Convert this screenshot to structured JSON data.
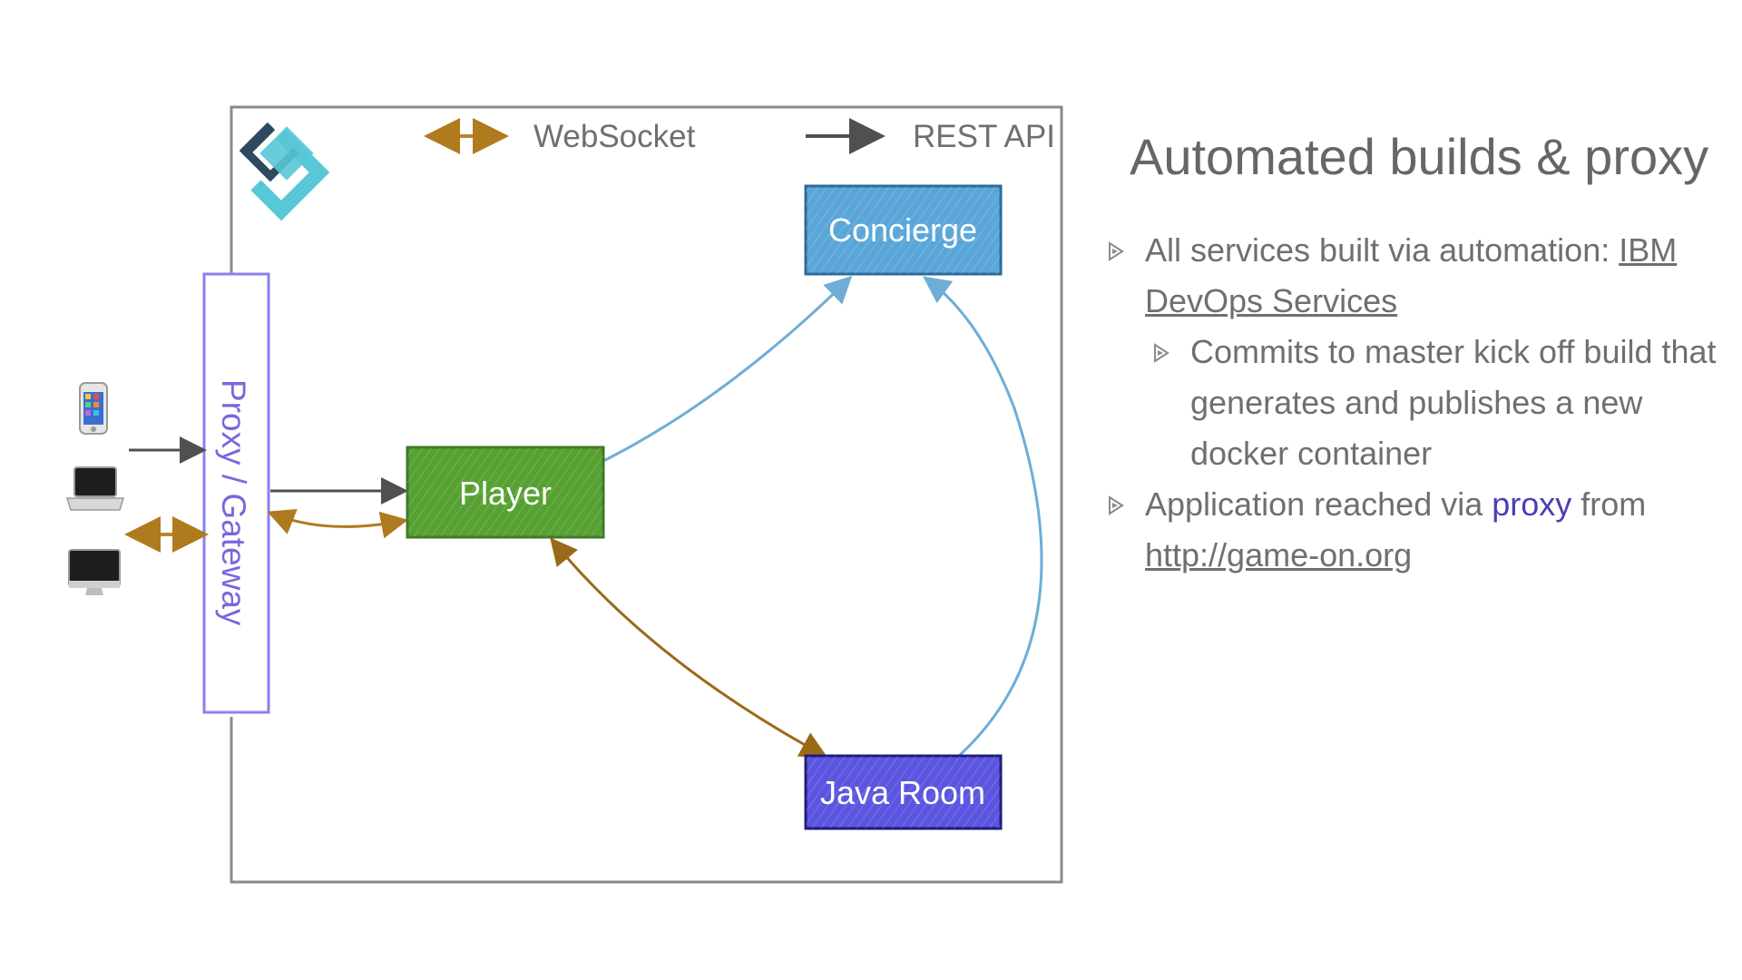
{
  "legend": {
    "websocket_label": "WebSocket",
    "rest_label": "REST API"
  },
  "nodes": {
    "concierge": "Concierge",
    "player": "Player",
    "java_room": "Java Room",
    "proxy_gateway": "Proxy / Gateway"
  },
  "clients": [
    "mobile-phone-icon",
    "laptop-icon",
    "desktop-computer-icon"
  ],
  "logo": "game-on-logo-icon",
  "colors": {
    "websocket": "#b8862e",
    "rest": "#555555",
    "concierge": "#5aa6d8",
    "player": "#56a132",
    "java_room": "#5b55e0",
    "proxy_border": "#8a80ee",
    "link_blue": "#6eaed6"
  },
  "slide": {
    "title": "Automated builds & proxy",
    "bullets": [
      {
        "text": "All services built via automation: ",
        "link": "IBM DevOps Services",
        "sub": [
          {
            "text": "Commits to master kick off build that generates and publishes a new docker container"
          }
        ]
      },
      {
        "text_before": "Application reached via ",
        "highlight": "proxy",
        "text_after": " from",
        "link": "http://game-on.org"
      }
    ]
  }
}
